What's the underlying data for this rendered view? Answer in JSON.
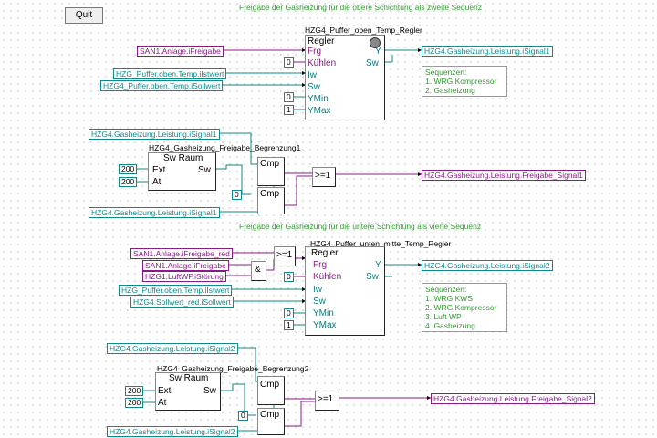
{
  "toolbar": {
    "quit_label": "Quit"
  },
  "caption_top": "Freigabe der Gasheizung für die obere Schichtung als zweite Sequenz",
  "caption_bottom": "Freigabe der Gasheizung für die untere Schichtung als vierte Sequenz",
  "regler1": {
    "name": "HZG4_Puffer_oben_Temp_Regler",
    "title": "Regler",
    "inputs": [
      "Frg",
      "Kühlen",
      "Iw",
      "Sw",
      "YMin",
      "YMax"
    ],
    "outputs": [
      "Y",
      "Sw"
    ],
    "in_signals": [
      "SAN1.Anlage.iFreigabe",
      "HZG_Puffer.oben.Temp.iIstwert",
      "HZG4_Puffer.oben.Temp.iSollwert"
    ],
    "consts": [
      "0",
      "0",
      "1"
    ],
    "out_signal": "HZG4.Gasheizung.Leistung.iSignal1",
    "seq": [
      "Sequenzen:",
      "1. WRG Kompressor",
      "2. Gasheizung"
    ]
  },
  "begr1": {
    "name": "HZG4_Gasheizung_Freigabe_Begrenzung1",
    "title": "Sw Raum",
    "inputs": [
      "Ext",
      "At"
    ],
    "output": "Sw",
    "consts": [
      "200",
      "200"
    ],
    "cmp_label": "Cmp",
    "cmp_const": "0",
    "or_label": ">=1",
    "in_signal_top": "HZG4.Gasheizung.Leistung.iSignal1",
    "in_signal_bot": "HZG4.Gasheizung.Leistung.iSignal1",
    "out_signal": "HZG4.Gasheizung.Leistung.Freigabe_Signal1"
  },
  "regler2": {
    "name": "HZG4_Puffer_unten_mitte_Temp_Regler",
    "title": "Regler",
    "inputs": [
      "Frg",
      "Kühlen",
      "Iw",
      "Sw",
      "YMin",
      "YMax"
    ],
    "outputs": [
      "Y",
      "Sw"
    ],
    "or_label": ">=1",
    "and_label": "&",
    "in_signals": [
      "SAN1.Anlage.iFreigabe_red",
      "SAN1.Anlage.iFreigabe",
      "HZG1.LuftWP.iStörung",
      "HZG_Puffer.oben.Temp.iIstwert",
      "HZG4.Sollwert_red.iSollwert"
    ],
    "consts": [
      "0",
      "0",
      "1"
    ],
    "out_signal": "HZG4.Gasheizung.Leistung.iSignal2",
    "seq": [
      "Sequenzen:",
      "1. WRG KWS",
      "2. WRG Kompressor",
      "3. Luft WP",
      "4. Gasheizung"
    ]
  },
  "begr2": {
    "name": "HZG4_Gasheizung_Freigabe_Begrenzung2",
    "title": "Sw Raum",
    "inputs": [
      "Ext",
      "At"
    ],
    "output": "Sw",
    "consts": [
      "200",
      "200"
    ],
    "cmp_label": "Cmp",
    "cmp_const": "0",
    "or_label": ">=1",
    "in_signal_top": "HZG4.Gasheizung.Leistung.iSignal2",
    "in_signal_bot": "HZG4.Gasheizung.Leistung.iSignal2",
    "out_signal": "HZG4.Gasheizung.Leistung.Freigabe_Signal2"
  },
  "colors": {
    "bool_wire": "#8a1a8a",
    "analog_wire": "#0e8a8a",
    "caption": "#2e9a2e"
  }
}
